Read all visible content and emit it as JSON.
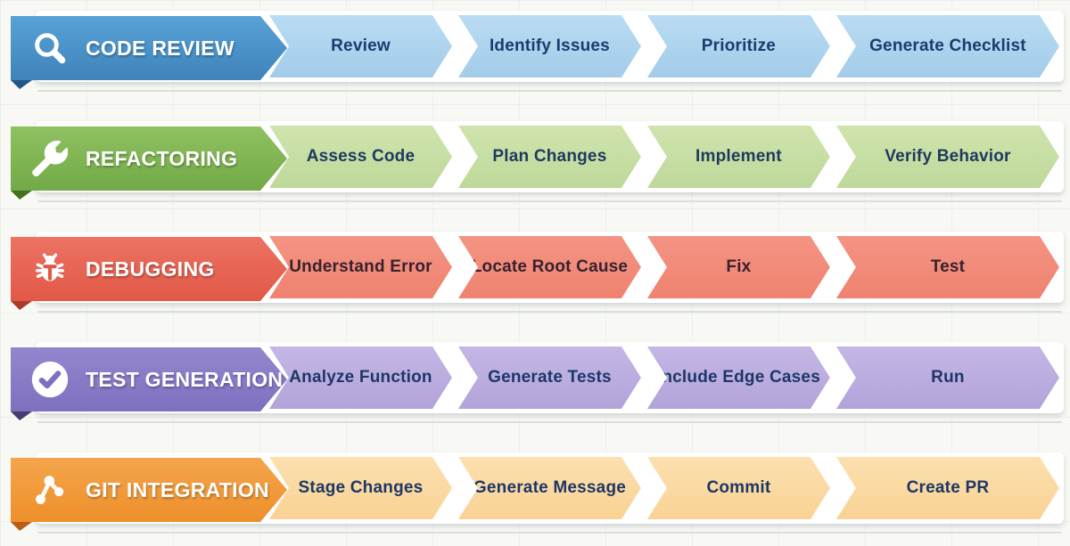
{
  "page": {
    "background": "#f8f9f5"
  },
  "rows": [
    {
      "title": "CODE REVIEW",
      "icon": "magnifier-icon",
      "colors": {
        "header_top": "#58a2d6",
        "header_bottom": "#3e83ba",
        "fold": "#24568a",
        "step_top": "#b9dcf3",
        "step_bottom": "#a3cce9",
        "step_text": "#1d3b6e"
      },
      "steps": [
        "Review",
        "Identify Issues",
        "Prioritize",
        "Generate Checklist"
      ]
    },
    {
      "title": "REFACTORING",
      "icon": "wrench-icon",
      "colors": {
        "header_top": "#8fc161",
        "header_bottom": "#72a947",
        "fold": "#44711f",
        "step_top": "#cfe4ad",
        "step_bottom": "#bed89a",
        "step_text": "#1d3a5e"
      },
      "steps": [
        "Assess Code",
        "Plan Changes",
        "Implement",
        "Verify Behavior"
      ]
    },
    {
      "title": "DEBUGGING",
      "icon": "bug-icon",
      "colors": {
        "header_top": "#ec7262",
        "header_bottom": "#e25847",
        "fold": "#a93c28",
        "step_top": "#f49484",
        "step_bottom": "#ef826f",
        "step_text": "#37222e"
      },
      "steps": [
        "Understand Error",
        "Locate Root Cause",
        "Fix",
        "Test"
      ]
    },
    {
      "title": "TEST GENERATION",
      "icon": "check-circle-icon",
      "colors": {
        "header_top": "#9486cd",
        "header_bottom": "#7f6fc0",
        "fold": "#463d72",
        "step_top": "#c4b7e5",
        "step_bottom": "#b2a3da",
        "step_text": "#1d3766"
      },
      "steps": [
        "Analyze Function",
        "Generate Tests",
        "Include Edge Cases",
        "Run"
      ]
    },
    {
      "title": "GIT INTEGRATION",
      "icon": "git-branch-icon",
      "colors": {
        "header_top": "#f4a54b",
        "header_bottom": "#ee8f2b",
        "fold": "#bb5d16",
        "step_top": "#fce0b0",
        "step_bottom": "#f9d294",
        "step_text": "#1d3766"
      },
      "steps": [
        "Stage Changes",
        "Generate Message",
        "Commit",
        "Create PR"
      ]
    }
  ]
}
